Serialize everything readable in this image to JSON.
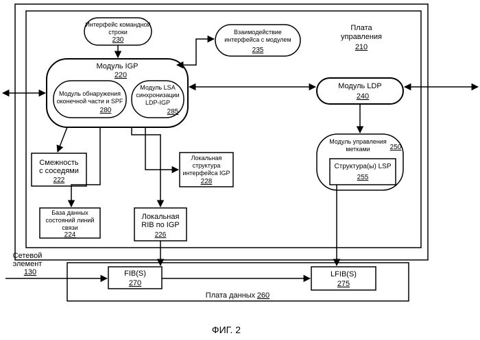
{
  "control_plane": {
    "title_line1": "Плата",
    "title_line2": "управления",
    "ref": "210"
  },
  "cli": {
    "line1": "Интерфейс командной",
    "line2": "строки",
    "ref": "230"
  },
  "interaction": {
    "line1": "Взаимодействие",
    "line2": "интерфейса с модулем",
    "ref": "235"
  },
  "igp_module": {
    "title": "Модуль IGP",
    "ref": "220"
  },
  "spf": {
    "line1": "Модуль обнаружения",
    "line2": "оконечной части и SPF",
    "ref": "280"
  },
  "lsa_sync": {
    "line1": "Модуль LSA",
    "line2": "синхронизации",
    "line3": "LDP-IGP",
    "ref": "285"
  },
  "ldp_module": {
    "title": "Модуль LDP",
    "ref": "240"
  },
  "label_mgmt": {
    "line1": "Модуль управления",
    "line2": "метками",
    "ref": "250"
  },
  "lsp": {
    "title": "Структура(ы) LSP",
    "ref": "255"
  },
  "adjacency": {
    "line1": "Смежность",
    "line2": "с соседями",
    "ref": "222"
  },
  "igp_iface": {
    "line1": "Локальная",
    "line2": "структура",
    "line3": "интерфейса IGP",
    "ref": "228"
  },
  "link_state_db": {
    "line1": "База данных",
    "line2": "состояний линий",
    "line3": "связи",
    "ref": "224"
  },
  "local_rib": {
    "line1": "Локальная",
    "line2": "RIB по IGP",
    "ref": "226"
  },
  "network_element": {
    "line1": "Сетевой",
    "line2": "элемент",
    "ref": "130"
  },
  "fib": {
    "title": "FIB(S)",
    "ref": "270"
  },
  "lfib": {
    "title": "LFIB(S)",
    "ref": "275"
  },
  "data_plane": {
    "title": "Плата данных",
    "ref": "260"
  },
  "caption": "ФИГ. 2"
}
